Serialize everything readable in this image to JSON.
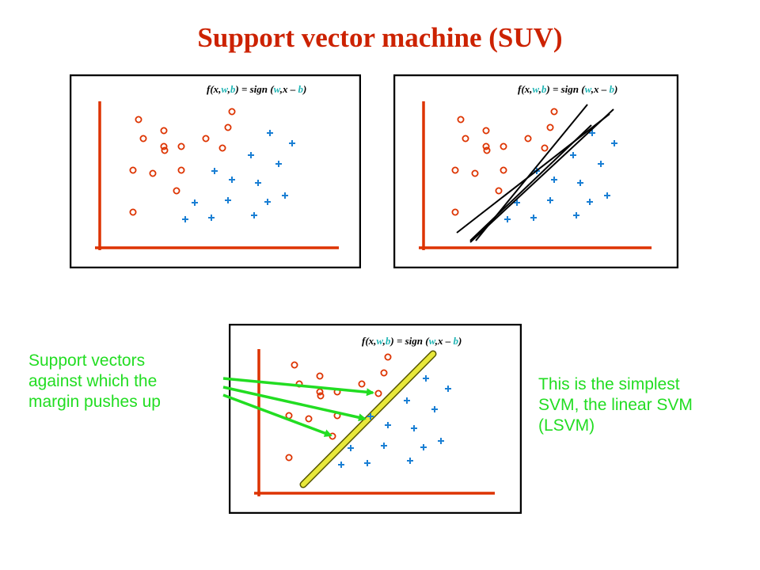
{
  "title": "Support vector machine (SUV)",
  "formula": {
    "prefix": "f(x,",
    "w": "w",
    "comma1": ",",
    "b": "b",
    "mid": ") = sign (",
    "w2": "w",
    "dotx": ",x – ",
    "b2": "b",
    "suffix": ")"
  },
  "annotations": {
    "left": "Support vectors\nagainst which the\nmargin pushes up",
    "right": "This is the simplest\nSVM, the linear SVM\n(LSVM)"
  },
  "colors": {
    "positive": "#1a7fd4",
    "negative": "#dd3300",
    "axis": "#dd3300",
    "formula_param": "#22b5b5",
    "annotation": "#22dd22",
    "title": "#cc2200",
    "separator": "#e8e83a"
  },
  "icons": {
    "negative_class": "circle-marker",
    "positive_class": "plus-marker"
  }
}
